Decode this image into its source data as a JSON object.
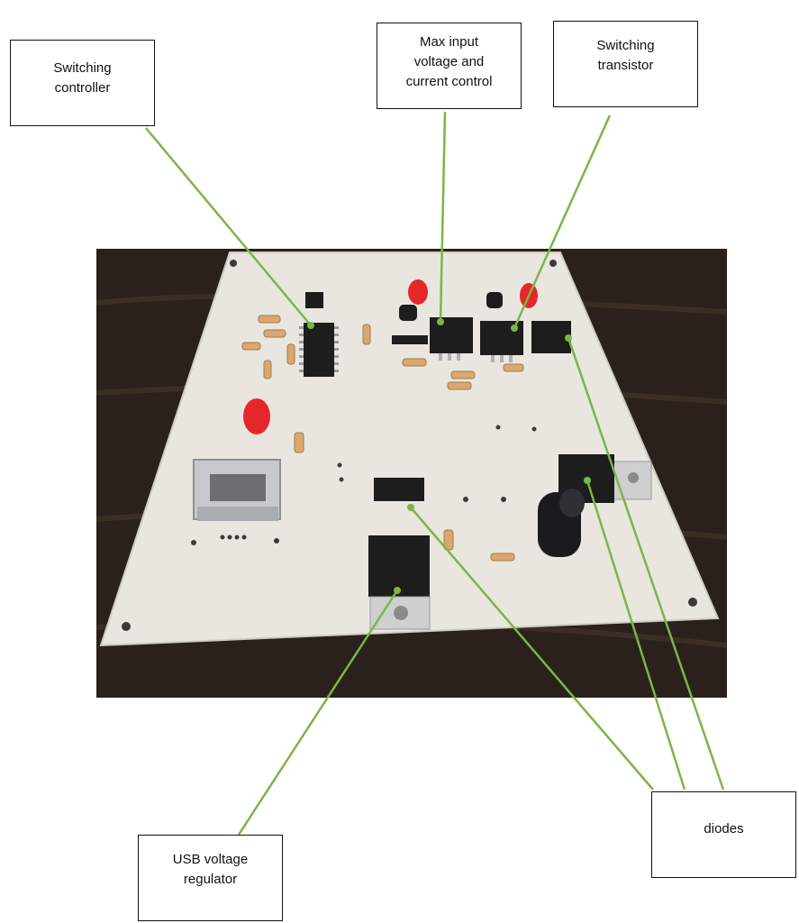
{
  "labels": {
    "switching_controller": "Switching\ncontroller",
    "max_input": "Max input\nvoltage and\ncurrent control",
    "switching_transistor": "Switching\ntransistor",
    "usb_regulator": "USB voltage\nregulator",
    "diodes": "diodes"
  },
  "colors": {
    "leader_line": "#7ab648",
    "board": "#e8e6df",
    "table": "#2a211c",
    "component": "#1d1d1d",
    "led_red": "#e5272b"
  }
}
